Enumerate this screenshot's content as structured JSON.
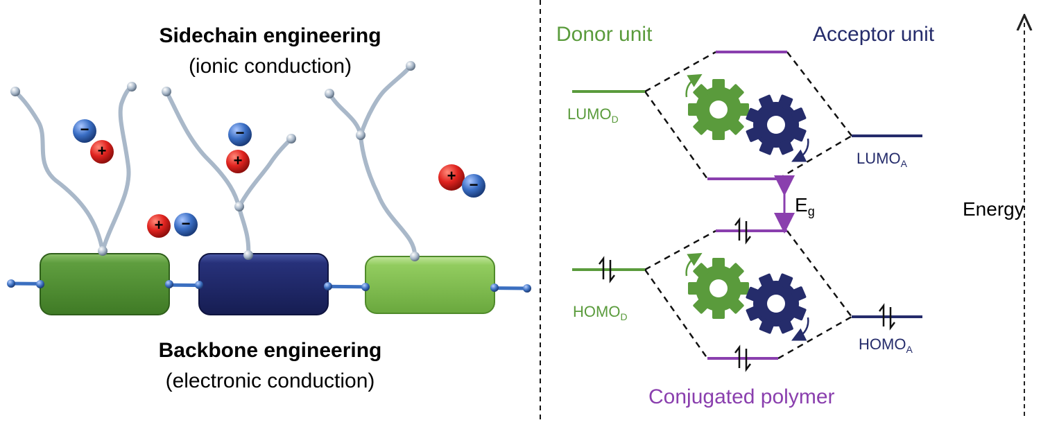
{
  "left_panel": {
    "sidechain_title": "Sidechain engineering",
    "sidechain_subtitle": "(ionic conduction)",
    "backbone_title": "Backbone engineering",
    "backbone_subtitle": "(electronic conduction)",
    "ions": {
      "positive": "+",
      "negative": "−"
    }
  },
  "right_panel": {
    "donor_label": "Donor unit",
    "acceptor_label": "Acceptor unit",
    "polymer_label": "Conjugated polymer",
    "energy_label": "Energy",
    "lumo_d": {
      "base": "LUMO",
      "sub": "D"
    },
    "lumo_a": {
      "base": "LUMO",
      "sub": "A"
    },
    "homo_d": {
      "base": "HOMO",
      "sub": "D"
    },
    "homo_a": {
      "base": "HOMO",
      "sub": "A"
    },
    "bandgap": {
      "base": "E",
      "sub": "g"
    }
  },
  "colors": {
    "donor_green": "#5a9b3c",
    "acceptor_navy": "#252c6b",
    "light_green": "#8fca5c",
    "polymer_purple": "#8a3fae",
    "ion_positive": "#e0231f",
    "ion_negative": "#3a6ec4",
    "sidechain_gray": "#a9b8c9"
  }
}
